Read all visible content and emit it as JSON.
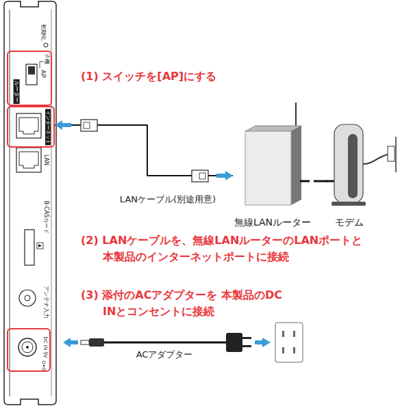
{
  "diagram": {
    "nodes": [
      {
        "text": [
          "ルーター",
          "AP",
          "子機"
        ]
      },
      {
        "text": [
          "インターネット"
        ]
      },
      {
        "text": [
          "無線LANルーター"
        ]
      },
      {
        "text": [
          "モデム"
        ]
      },
      {
        "text": [
          "DC IN 5V"
        ]
      }
    ],
    "edges": [
      {
        "from": 2,
        "to": 1,
        "arrow": "both",
        "label": "LANケーブル(別途用意)"
      },
      {
        "from": 2,
        "to": 3,
        "arrow": "none"
      }
    ],
    "labels": [
      "初期化",
      "(1) スイッチを[AP]にする",
      "LAN",
      "B-CASカード",
      "(2) LANケーブルを、無線LANルーターのLANポートと 本製品のインターネットポートに接続",
      "アンテナ入力",
      "(3) 添付のACアダプターを 本製品のDC INとコンセントに接続",
      "ACアダプター"
    ]
  }
}
